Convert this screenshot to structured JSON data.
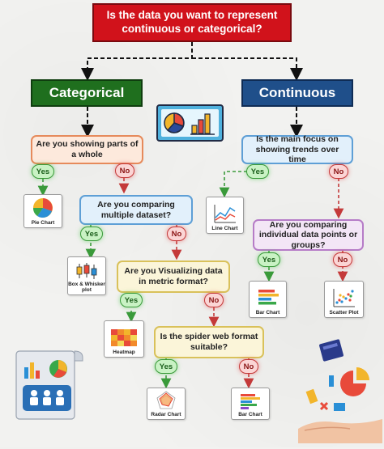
{
  "title": "Is the data you want to represent continuous or categorical?",
  "categorical": "Categorical",
  "continuous": "Continuous",
  "questions": {
    "parts_whole": "Are you showing parts of a whole",
    "comparing_multiple": "Are you comparing multiple dataset?",
    "metric_format": "Are you Visualizing data in metric format?",
    "spider_web": "Is the spider web format suitable?",
    "trends_time": "Is the main focus on showing trends over time",
    "individual_points": "Are you comparing individual data points or groups?"
  },
  "answers": {
    "yes": "Yes",
    "no": "No"
  },
  "charts": {
    "pie": "Pie Chart",
    "box": "Box & Whisker plot",
    "heatmap": "Heatmap",
    "radar": "Radar Chart",
    "bar_categorical": "Bar Chart",
    "line": "Line Chart",
    "bar_continuous": "Bar Chart",
    "scatter": "Scatter Plot"
  },
  "colors": {
    "title_red": "#d1121b",
    "categorical_green": "#1f6f1e",
    "continuous_blue": "#1f4f8a",
    "yes_green": "#3a9a3a",
    "no_red": "#c43a3a"
  }
}
